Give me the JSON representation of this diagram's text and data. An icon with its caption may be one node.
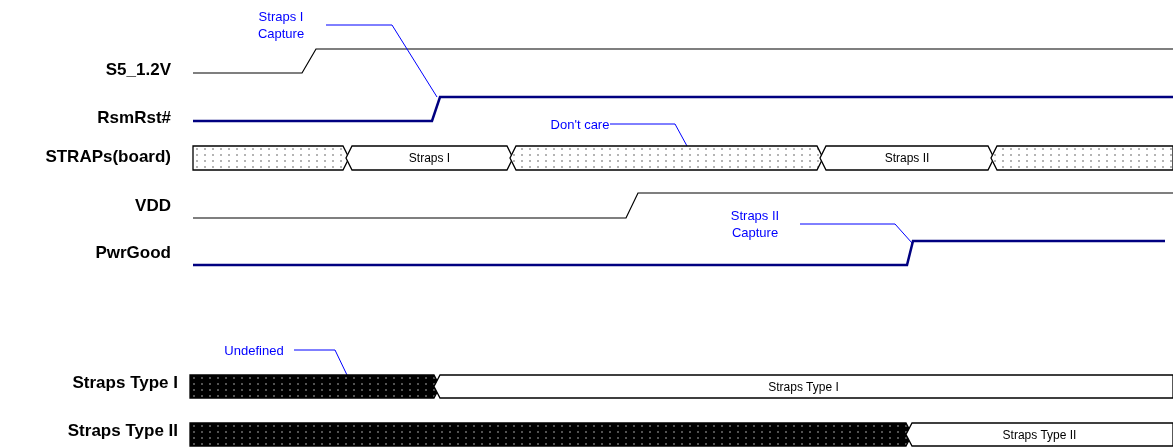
{
  "diagram": {
    "nodes": [
      {
        "text": [
          "Straps I Capture"
        ]
      },
      {
        "text": [
          "Don't care"
        ]
      },
      {
        "text": [],
        "shape": "bar"
      },
      {
        "text": [
          "Straps I"
        ]
      },
      {
        "text": [],
        "shape": "bar"
      },
      {
        "text": [
          "Straps II"
        ]
      },
      {
        "text": [],
        "shape": "bar"
      },
      {
        "text": [
          "Straps II Capture"
        ]
      },
      {
        "text": [
          "Undefined"
        ]
      },
      {
        "text": [],
        "shape": "bar"
      },
      {
        "text": [
          "Straps Type I"
        ]
      },
      {
        "text": [],
        "shape": "bar"
      },
      {
        "text": [
          "Straps Type II"
        ]
      },
      {
        "text": [],
        "shape": "line"
      },
      {
        "text": [],
        "shape": "line"
      }
    ],
    "edges": [
      {
        "from": 0,
        "to": 13,
        "arrow": "none",
        "color": "#0000ff"
      },
      {
        "from": 1,
        "to": 4,
        "arrow": "none",
        "color": "#0000ff"
      },
      {
        "from": 7,
        "to": 14,
        "arrow": "none",
        "color": "#0000ff"
      },
      {
        "from": 8,
        "to": 9,
        "arrow": "none",
        "color": "#0000ff"
      }
    ],
    "labels": [
      "S5_1.2V",
      "RsmRst#",
      "STRAPs(board)",
      "VDD",
      "PwrGood",
      "Straps Type I",
      "Straps Type II"
    ]
  }
}
